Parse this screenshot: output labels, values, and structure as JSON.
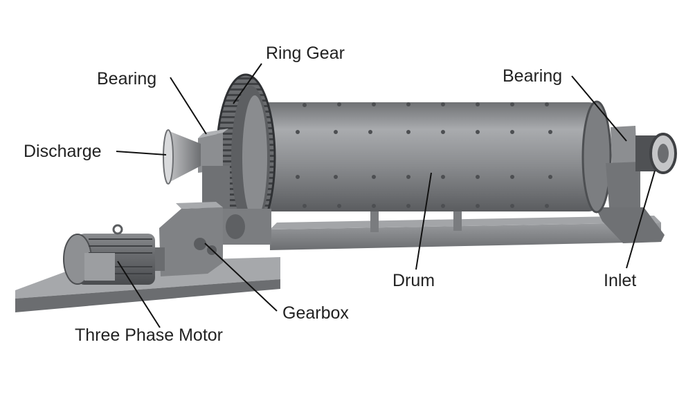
{
  "diagram": {
    "labels": {
      "ring_gear": "Ring Gear",
      "bearing_left": "Bearing",
      "bearing_right": "Bearing",
      "discharge": "Discharge",
      "drum": "Drum",
      "inlet": "Inlet",
      "gearbox": "Gearbox",
      "motor": "Three Phase Motor"
    }
  },
  "colors": {
    "machine_body": "#8f9194",
    "machine_dark": "#4d4f52",
    "base_frame": "#77797c",
    "label_text": "#222222",
    "leader_line": "#111111"
  }
}
